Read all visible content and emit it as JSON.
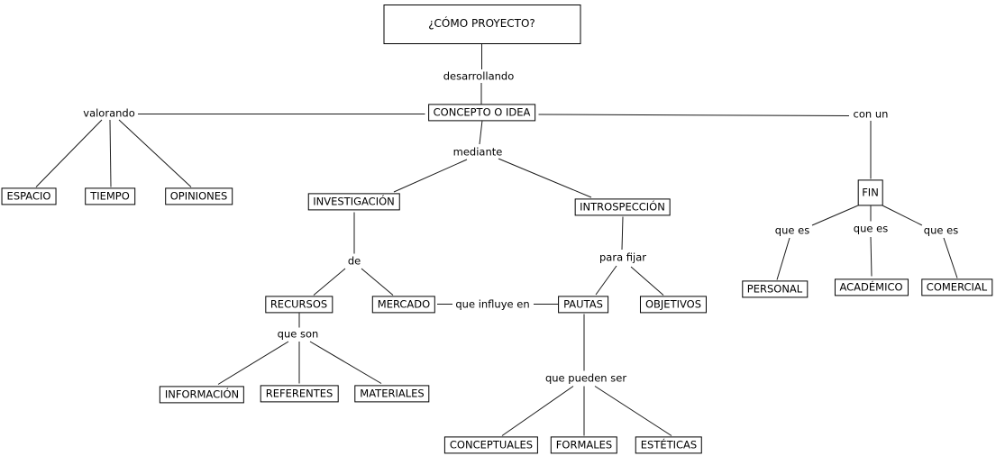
{
  "diagram": {
    "background_color": "#ffffff",
    "box_border_color": "#000000",
    "box_fill_color": "#ffffff",
    "line_color": "#1a1a1a",
    "text_color": "#000000"
  },
  "nodes": {
    "como_proyecto": "¿CÓMO PROYECTO?",
    "concepto_o_idea": "CONCEPTO O IDEA",
    "espacio": "ESPACIO",
    "tiempo": "TIEMPO",
    "opiniones": "OPINIONES",
    "investigacion": "INVESTIGACIÓN",
    "introspeccion": "INTROSPECCIÓN",
    "recursos": "RECURSOS",
    "mercado": "MERCADO",
    "pautas": "PAUTAS",
    "objetivos": "OBJETIVOS",
    "fin": "FIN",
    "personal": "PERSONAL",
    "academico": "ACADÉMICO",
    "comercial": "COMERCIAL",
    "informacion": "INFORMACIÓN",
    "referentes": "REFERENTES",
    "materiales": "MATERIALES",
    "conceptuales": "CONCEPTUALES",
    "formales": "FORMALES",
    "esteticas": "ESTÉTICAS"
  },
  "labels": {
    "desarrollando": "desarrollando",
    "valorando": "valorando",
    "con_un": "con un",
    "mediante": "mediante",
    "de": "de",
    "para_fijar": "para fijar",
    "que_influye_en": "que influye en",
    "que_son": "que son",
    "que_es_personal": "que es",
    "que_es_academico": "que es",
    "que_es_comercial": "que es",
    "que_pueden_ser": "que pueden ser"
  },
  "relations": [
    {
      "from": "¿CÓMO PROYECTO?",
      "label": "desarrollando",
      "to": [
        "CONCEPTO O IDEA"
      ]
    },
    {
      "from": "CONCEPTO O IDEA",
      "label": "valorando",
      "to": [
        "ESPACIO",
        "TIEMPO",
        "OPINIONES"
      ]
    },
    {
      "from": "CONCEPTO O IDEA",
      "label": "mediante",
      "to": [
        "INVESTIGACIÓN",
        "INTROSPECCIÓN"
      ]
    },
    {
      "from": "CONCEPTO O IDEA",
      "label": "con un",
      "to": [
        "FIN"
      ]
    },
    {
      "from": "INVESTIGACIÓN",
      "label": "de",
      "to": [
        "RECURSOS",
        "MERCADO"
      ]
    },
    {
      "from": "MERCADO",
      "label": "que influye en",
      "to": [
        "PAUTAS"
      ]
    },
    {
      "from": "INTROSPECCIÓN",
      "label": "para fijar",
      "to": [
        "PAUTAS",
        "OBJETIVOS"
      ]
    },
    {
      "from": "RECURSOS",
      "label": "que son",
      "to": [
        "INFORMACIÓN",
        "REFERENTES",
        "MATERIALES"
      ]
    },
    {
      "from": "PAUTAS",
      "label": "que pueden ser",
      "to": [
        "CONCEPTUALES",
        "FORMALES",
        "ESTÉTICAS"
      ]
    },
    {
      "from": "FIN",
      "label": "que es",
      "to": [
        "PERSONAL"
      ]
    },
    {
      "from": "FIN",
      "label": "que es",
      "to": [
        "ACADÉMICO"
      ]
    },
    {
      "from": "FIN",
      "label": "que es",
      "to": [
        "COMERCIAL"
      ]
    }
  ]
}
